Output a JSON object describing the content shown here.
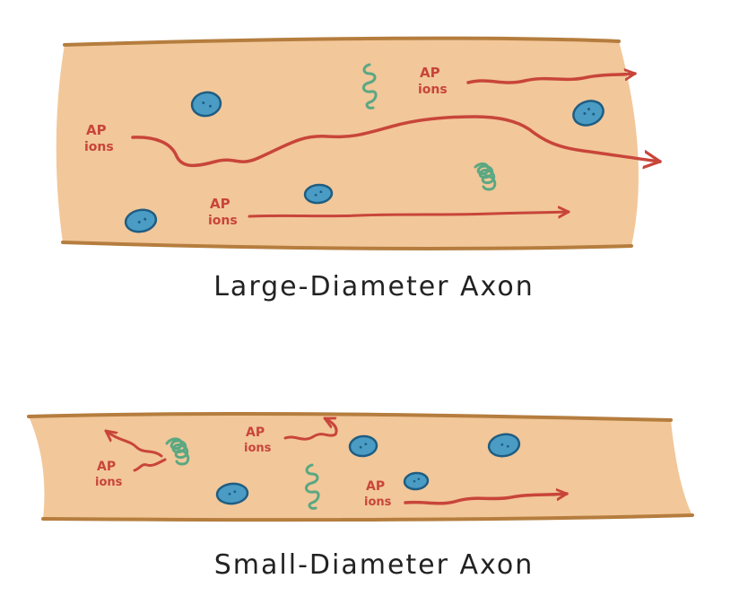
{
  "colors": {
    "axon_fill": "#f2c79a",
    "axon_outline": "#b57d3e",
    "ap_red": "#c8453a",
    "organelle_blue": "#4a9cc4",
    "organelle_outline": "#1f5d82",
    "vesicle_green": "#5aa882",
    "caption_ink": "#222222"
  },
  "ap_label": {
    "line1": "AP",
    "line2": "ions"
  },
  "large_axon": {
    "caption": "Large-Diameter Axon",
    "arrow_direction": "right",
    "ap_label_count": 3
  },
  "small_axon": {
    "caption": "Small-Diameter Axon",
    "arrow_directions": [
      "left",
      "up-left",
      "right"
    ],
    "ap_label_count": 3
  },
  "icons": [
    "mitochondrion-icon",
    "coiled-vesicle-icon",
    "wavy-arrow-icon"
  ]
}
